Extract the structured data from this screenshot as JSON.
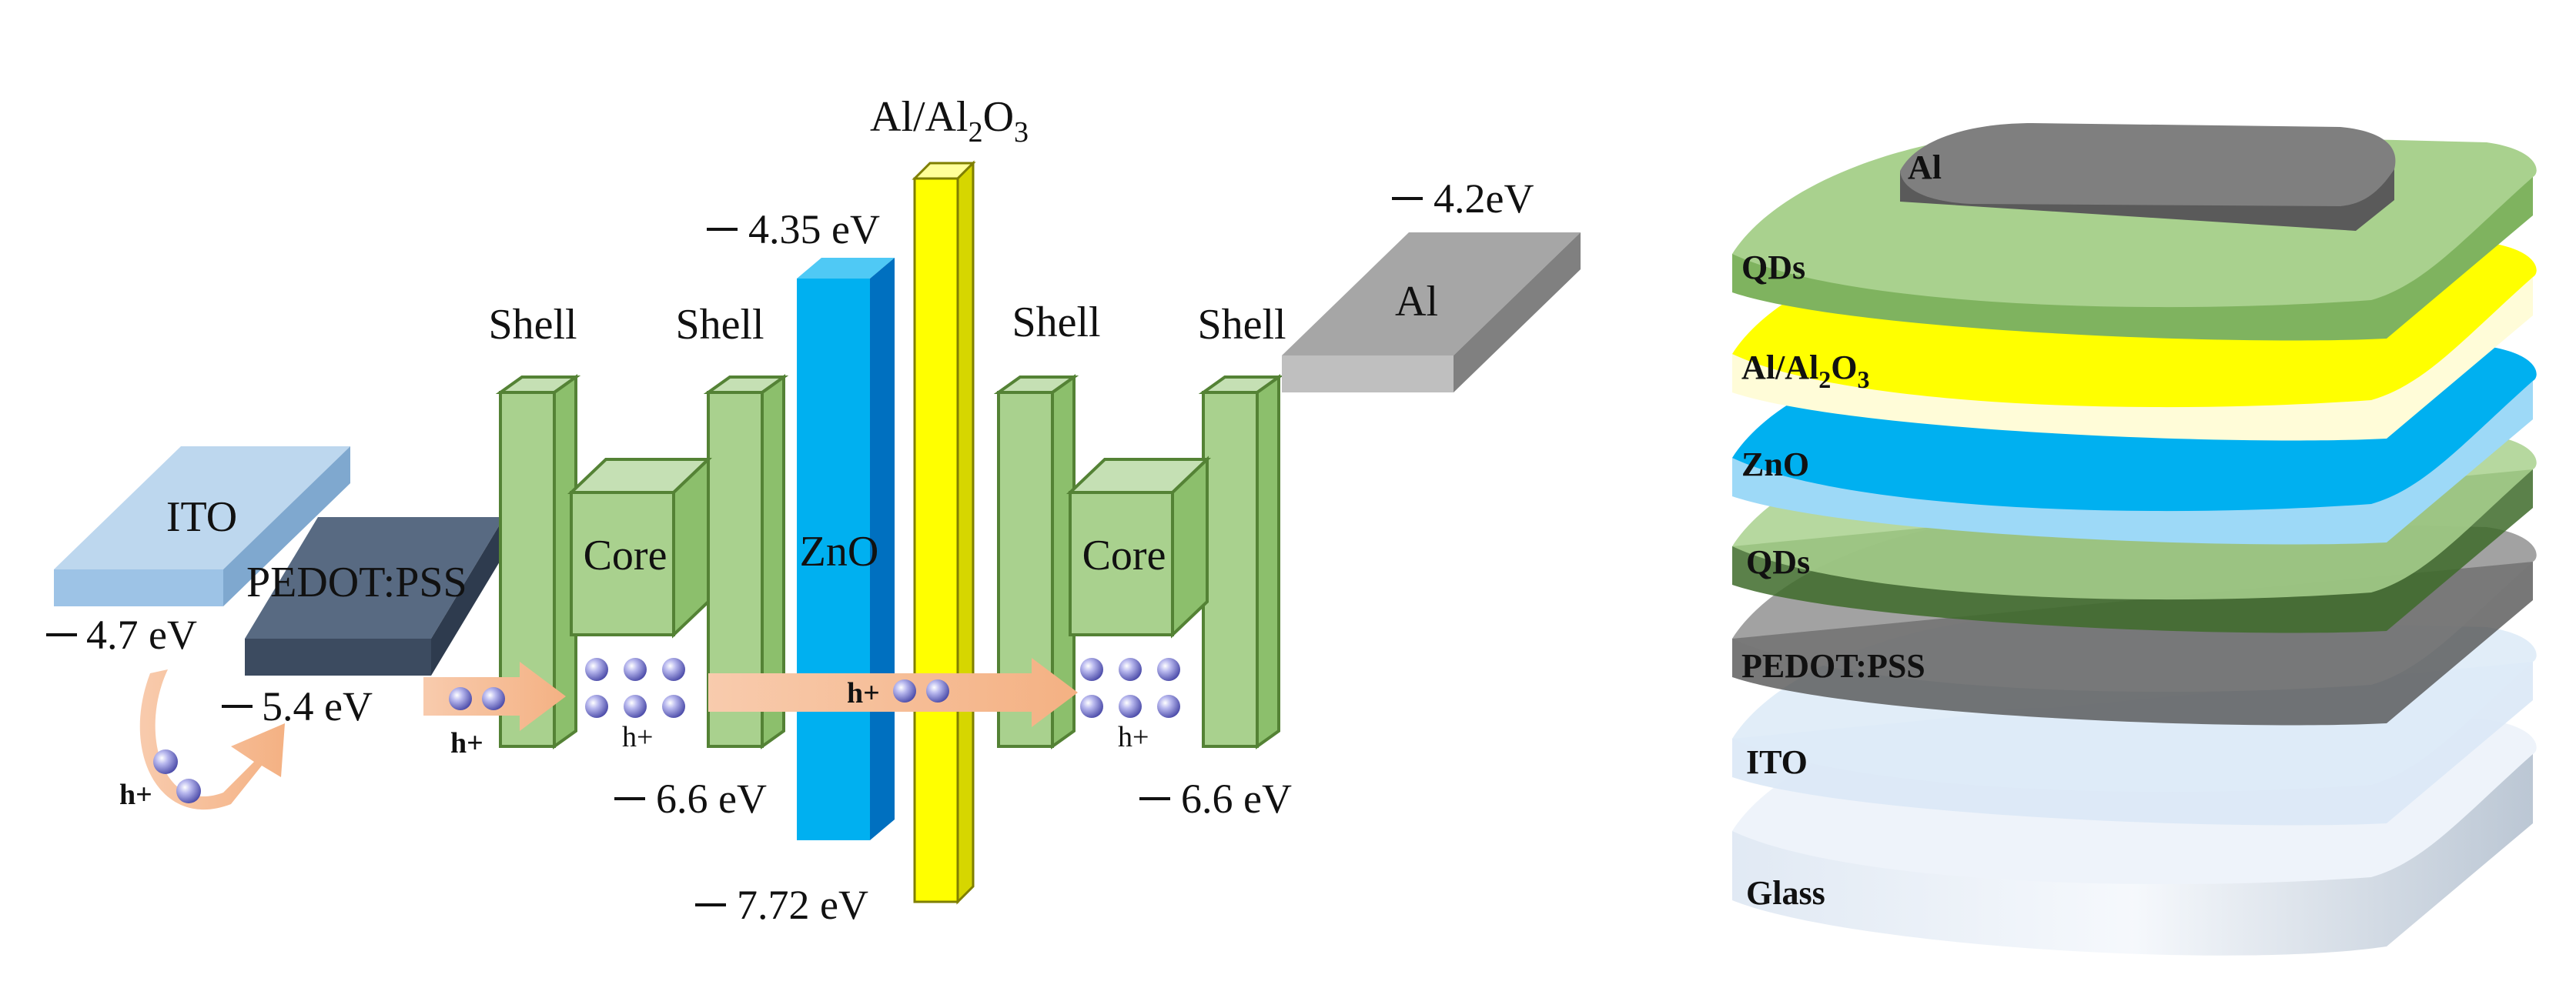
{
  "diagram": {
    "energy": {
      "layers": {
        "ito": "ITO",
        "pedot": "PEDOT:PSS",
        "shell": "Shell",
        "core": "Core",
        "zno": "ZnO",
        "al_al2o3_top": "Al/Al",
        "al_al2o3_sub": "2",
        "al_al2o3_o": "O",
        "al_al2o3_sub2": "3",
        "al": "Al"
      },
      "levels": {
        "ito": "4.7 eV",
        "pedot": "5.4 eV",
        "core_left": "6.6 eV",
        "zno_top": "4.35 eV",
        "zno_bottom": "7.72 eV",
        "core_right": "6.6 eV",
        "al": "4.2eV"
      },
      "hole_label": "h+"
    },
    "stack": {
      "al": "Al",
      "qds_top": "QDs",
      "al_al2o3": "Al/Al",
      "al_al2o3_sub": "2",
      "al_al2o3_o": "O",
      "al_al2o3_sub2": "3",
      "zno": "ZnO",
      "qds": "QDs",
      "pedot": "PEDOT:PSS",
      "ito": "ITO",
      "glass": "Glass"
    },
    "colors": {
      "ito": "#9dc3e6",
      "pedot": "#44546a",
      "shell": "#a9d18e",
      "zno": "#00b0f0",
      "al2o3": "#ffff00",
      "al": "#a6a6a6",
      "arrow": "#f4b183",
      "hole": "#7f7fd5"
    }
  }
}
